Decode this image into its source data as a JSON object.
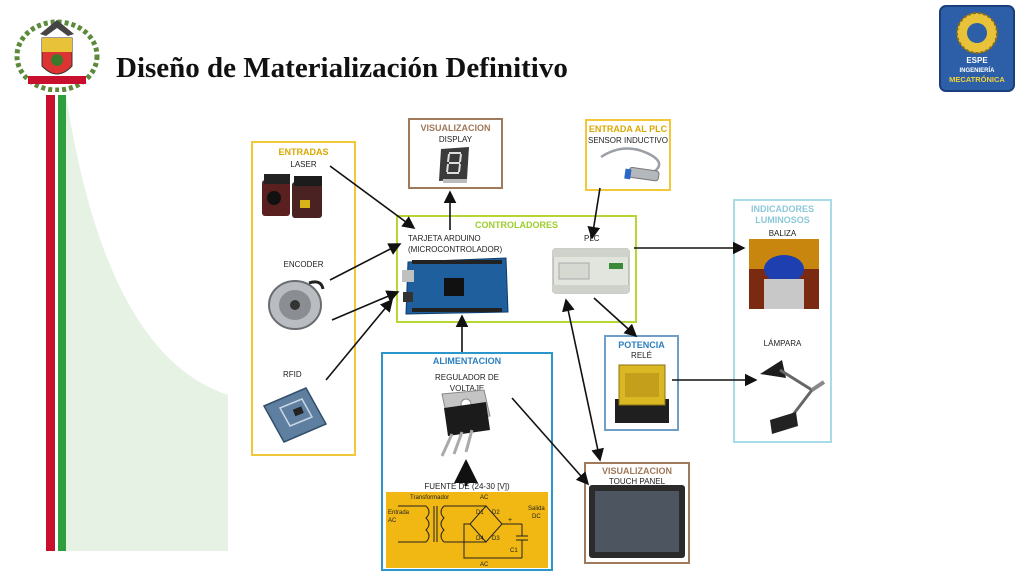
{
  "slide": {
    "title": "Diseño de Materialización Definitivo"
  },
  "logos": {
    "espe_line1": "ESPE",
    "espe_line2": "INGENIERÍA",
    "espe_line3": "MECATRÓNICA"
  },
  "colors": {
    "entradas": "#f2c73a",
    "visualizacion": "#a0785a",
    "entrada_plc": "#f2c73a",
    "controladores": "#b6d634",
    "indicadores": "#a9dbe6",
    "potencia": "#6f9ec7",
    "alimentacion": "#2a96cc",
    "label_blue": "#2b7fc0",
    "label_yellow": "#d9a800",
    "label_green": "#9ccd2c",
    "label_brown": "#a0785a",
    "label_lightblue": "#8cc8d8"
  },
  "diagram": {
    "entradas": {
      "title": "ENTRADAS",
      "laser": "LASER",
      "encoder": "ENCODER",
      "rfid": "RFID"
    },
    "visualizacion_display": {
      "title": "VISUALIZACION",
      "item": "DISPLAY"
    },
    "entrada_plc": {
      "title": "ENTRADA AL PLC",
      "item": "SENSOR INDUCTIVO"
    },
    "controladores": {
      "title": "CONTROLADORES",
      "arduino_line1": "TARJETA ARDUINO",
      "arduino_line2": "(MICROCONTROLADOR)",
      "plc": "PLC"
    },
    "indicadores": {
      "title_line1": "INDICADORES",
      "title_line2": "LUMINOSOS",
      "baliza": "BALIZA",
      "lampara": "LÁMPARA"
    },
    "potencia": {
      "title": "POTENCIA",
      "item": "RELÉ"
    },
    "alimentacion": {
      "title": "ALIMENTACION",
      "reg_line1": "REGULADOR DE",
      "reg_line2": "VOLTAJE",
      "fuente": "FUENTE DE (24-30 [V])",
      "schematic": {
        "transformador": "Transformador",
        "ac_top": "AC",
        "entrada": "Entrada",
        "entrada_ac": "AC",
        "d1": "D1",
        "d2": "D2",
        "d3": "D3",
        "d4": "D4",
        "salida": "Salida",
        "salida_dc": "DC",
        "plus": "+",
        "c1": "C1",
        "ac_bottom": "AC"
      }
    },
    "visualizacion_touch": {
      "title": "VISUALIZACION",
      "item": "TOUCH PANEL"
    }
  }
}
